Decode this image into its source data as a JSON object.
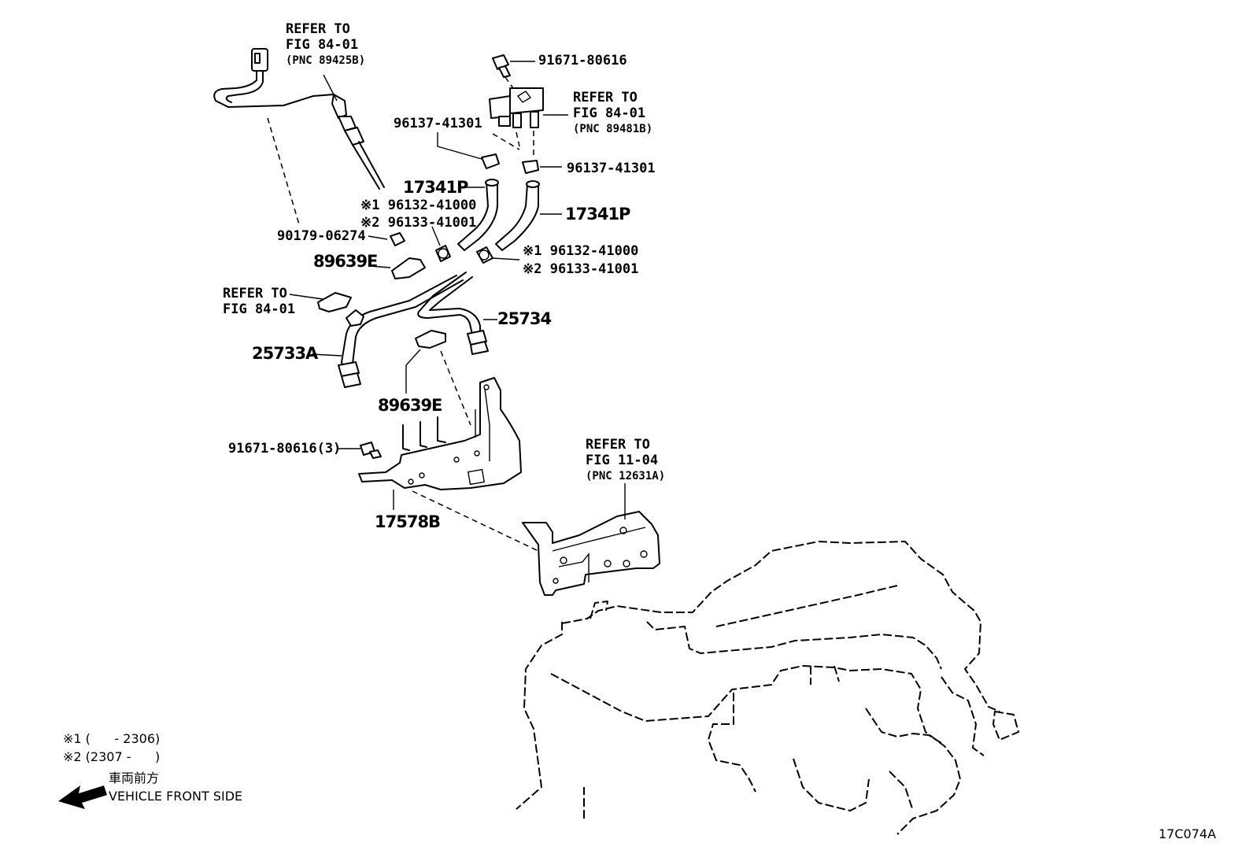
{
  "labels": {
    "sensor_refer": [
      "REFER TO",
      "FIG 84-01",
      "(PNC 89425B)"
    ],
    "bolt_top": "91671-80616",
    "vsv_refer": [
      "REFER TO",
      "FIG 84-01",
      "(PNC 89481B)"
    ],
    "clip_left": "96137-41301",
    "clip_right": "96137-41301",
    "hose_left": "17341P",
    "hose_right": "17341P",
    "clamp_left_1": "※1 96132-41000",
    "clamp_left_2": "※2 96133-41001",
    "clamp_right_1": "※1 96132-41000",
    "clamp_right_2": "※2 96133-41001",
    "nut": "90179-06274",
    "clamp_upper": "89639E",
    "bracket_refer": [
      "REFER TO",
      "FIG 84-01"
    ],
    "pipe_a": "25733A",
    "pipe_b": "25734",
    "clamp_lower": "89639E",
    "bolt_bracket": "91671-80616(3)",
    "bracket": "17578B",
    "engine_refer": [
      "REFER TO",
      "FIG 11-04",
      "(PNC 12631A)"
    ],
    "note_1": "※1 (      - 2306)",
    "note_2": "※2 (2307 -      )",
    "front_jp": "車両前方",
    "front_en": "VEHICLE FRONT SIDE",
    "figure_id": "17C074A"
  },
  "icons": [
    "bolt-icon",
    "connector-icon",
    "arrow-left-icon"
  ]
}
